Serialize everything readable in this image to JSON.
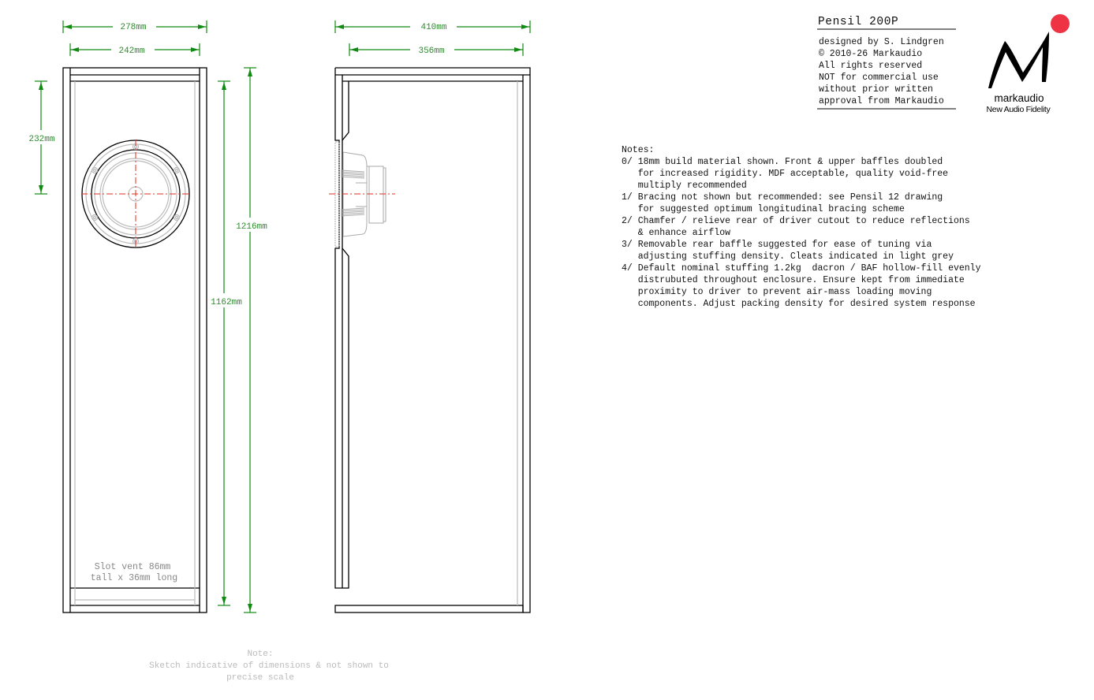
{
  "title_block": {
    "title": "Pensil 200P",
    "lines": [
      "designed by S. Lindgren",
      "© 2010-26 Markaudio",
      "All rights reserved",
      "NOT for commercial use",
      "without prior written",
      "approval from Markaudio"
    ]
  },
  "logo": {
    "brand": "markaudio",
    "tagline": "New Audio Fidelity",
    "accent": "#ee3344"
  },
  "front_view": {
    "width_outer": "278mm",
    "width_inner": "242mm",
    "driver_height": "232mm",
    "height_inner": "1162mm",
    "height_outer": "1216mm",
    "vent_label": [
      "Slot vent 86mm",
      "tall x 36mm long"
    ]
  },
  "side_view": {
    "depth_outer": "410mm",
    "depth_inner": "356mm"
  },
  "notes": {
    "heading": "Notes:",
    "lines": [
      "0/ 18mm build material shown. Front & upper baffles doubled",
      "   for increased rigidity. MDF acceptable, quality void-free",
      "   multiply recommended",
      "1/ Bracing not shown but recommended: see Pensil 12 drawing",
      "   for suggested optimum longitudinal bracing scheme",
      "2/ Chamfer / relieve rear of driver cutout to reduce reflections",
      "   & enhance airflow",
      "3/ Removable rear baffle suggested for ease of tuning via",
      "   adjusting stuffing density. Cleats indicated in light grey",
      "4/ Default nominal stuffing 1.2kg  dacron / BAF hollow-fill evenly",
      "   distrubuted throughout enclosure. Ensure kept from immediate",
      "   proximity to driver to prevent air-mass loading moving",
      "   components. Adjust packing density for desired system response"
    ]
  },
  "sketch_note": [
    "Note:",
    "Sketch indicative of dimensions & not shown to",
    "precise scale"
  ],
  "colors": {
    "dimension": "#118a11",
    "centerline": "#e0301e",
    "cleat": "#bbbbbb"
  }
}
